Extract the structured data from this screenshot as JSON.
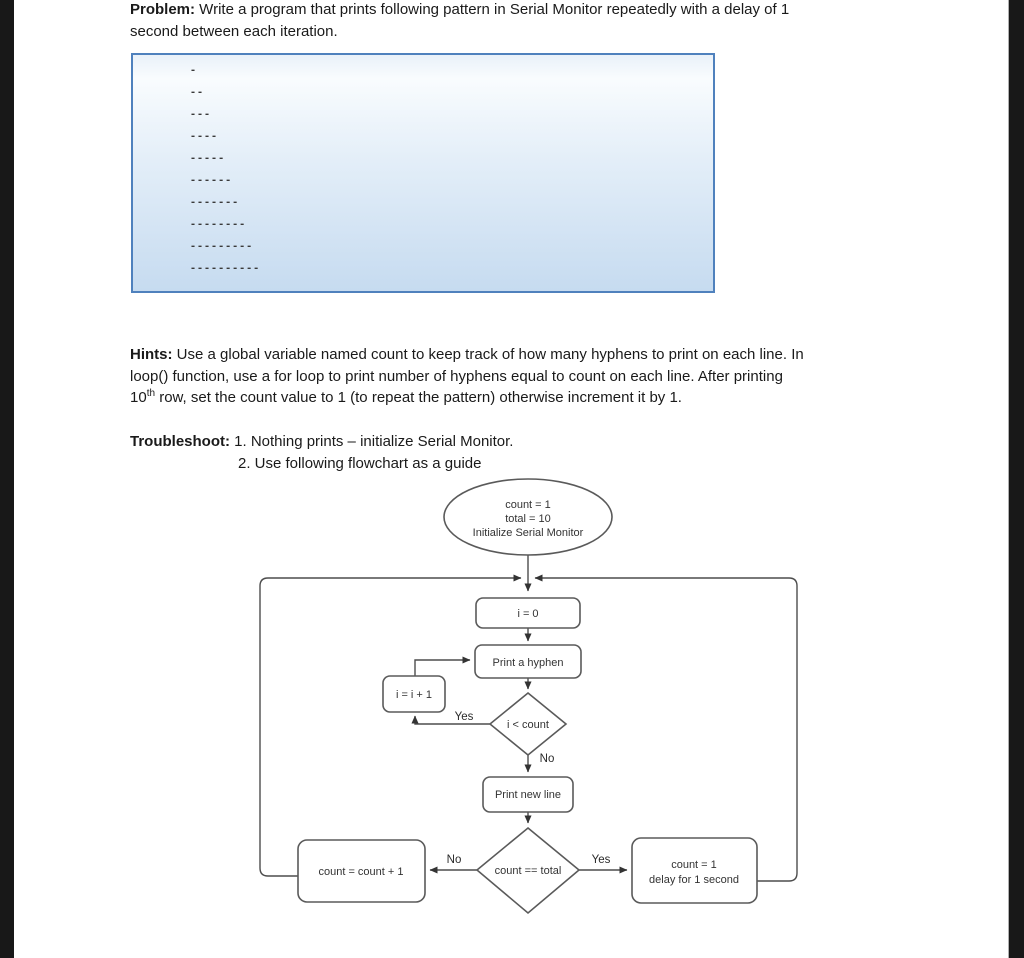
{
  "problem": {
    "label": "Problem:",
    "line1": " Write a program that prints following pattern in Serial Monitor repeatedly with a delay of 1",
    "line2": "second between each iteration."
  },
  "pattern": {
    "rows": [
      "-",
      "--",
      "---",
      "----",
      "-----",
      "------",
      "-------",
      "--------",
      "---------",
      "----------"
    ]
  },
  "hints": {
    "label": "Hints:",
    "line1": " Use a global variable named count to keep track of how many hyphens to print on each line. In",
    "line2": "loop() function, use a for loop to print number of hyphens equal to count on each line. After printing",
    "line3_pre": "10",
    "line3_sup": "th",
    "line3_post": " row, set the count value to 1 (to repeat the pattern) otherwise increment it by 1."
  },
  "troubleshoot": {
    "label": "Troubleshoot:",
    "item1": " 1. Nothing prints – initialize Serial Monitor.",
    "item2": "2. Use following flowchart as a guide"
  },
  "flowchart": {
    "start_line1": "count = 1",
    "start_line2": "total = 10",
    "start_line3": "Initialize Serial Monitor",
    "init_i": "i = 0",
    "print_hyphen": "Print a hyphen",
    "increment_i": "i = i + 1",
    "decision_inner": "i < count",
    "yes1": "Yes",
    "no1": "No",
    "print_newline": "Print new line",
    "decision_outer": "count == total",
    "no2": "No",
    "yes2": "Yes",
    "increment_count": "count = count + 1",
    "reset_line1": "count = 1",
    "reset_line2": "delay for 1 second"
  },
  "colors": {
    "pattern_box_border": "#4f81bd",
    "letterbox": "#181818",
    "flow_stroke": "#5a5a5a"
  }
}
